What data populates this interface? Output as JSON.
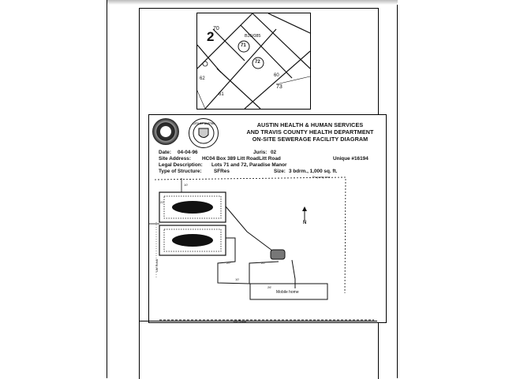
{
  "plat": {
    "block_number": "2",
    "lot_numbers": [
      "70",
      "71",
      "72",
      "73",
      "60",
      "61",
      "62"
    ],
    "circled_lots": [
      "71",
      "72"
    ],
    "plat_code": "B35/085"
  },
  "header": {
    "seal_left": "seal",
    "seal_right_text": "CITY OF AUSTIN",
    "title_line1": "AUSTIN HEALTH & HUMAN SERVICES",
    "title_line2": "AND TRAVIS COUNTY HEALTH DEPARTMENT",
    "title_line3": "ON-SITE SEWERAGE FACILITY DIAGRAM"
  },
  "info": {
    "date_label": "Date:",
    "date_value": "04-04-96",
    "juris_label": "Juris:",
    "juris_value": "02",
    "site_label": "Site Address:",
    "site_value": "HC04 Box 389 Litt RoadLitt Road",
    "unique_label": "Unique #16194",
    "legal_label": "Legal Description:",
    "legal_value": "Lots 71 and 72, Paradise Manor",
    "type_label": "Type of Structure:",
    "type_value": "SFRes",
    "size_label": "Size:",
    "size_value": "3 bdrm., 1,000 sq. ft."
  },
  "diagram": {
    "property_line_label": "Property line",
    "north_label": "N",
    "setback_label": "10'",
    "pipe_label_1": "20'",
    "pipe_label_2": "20'",
    "pipe_label_3": "10'",
    "house_dim_label": "26'",
    "house_label": "Mobile home",
    "field_dim_label": "22'",
    "road_label": "Litt Road",
    "left_edge_label": "Litt Road"
  },
  "colors": {
    "ink": "#111111",
    "paper": "#ffffff",
    "border": "#000000"
  }
}
